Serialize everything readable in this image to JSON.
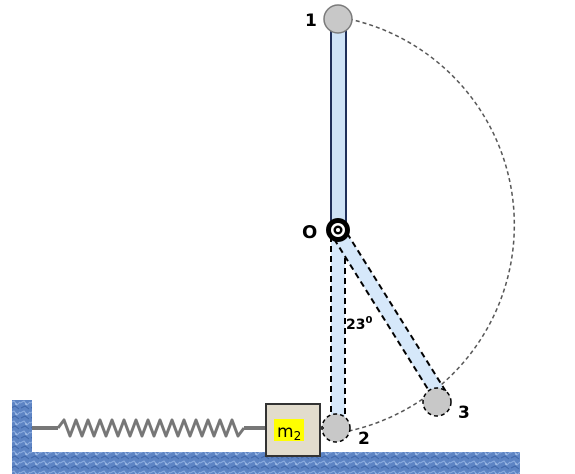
{
  "labels": {
    "point_1": "1",
    "pivot": "O",
    "point_2": "2",
    "point_3": "3",
    "angle_value": "23",
    "angle_unit": "0",
    "mass_main": "m",
    "mass_sub": "2"
  },
  "values": {
    "angle_deg": 23
  },
  "colors": {
    "rod_fill": "#cfe3f7",
    "rod_stroke": "#1f2f5a",
    "bob_fill": "#c8c8c8",
    "bob_stroke": "#7a7a7a",
    "block_fill": "#e2dccd",
    "label_highlight": "#ffff00",
    "floor": "#5d84c4",
    "spring": "#777777"
  },
  "icons": {
    "pivot": "pivot-icon",
    "spring": "spring-icon"
  }
}
